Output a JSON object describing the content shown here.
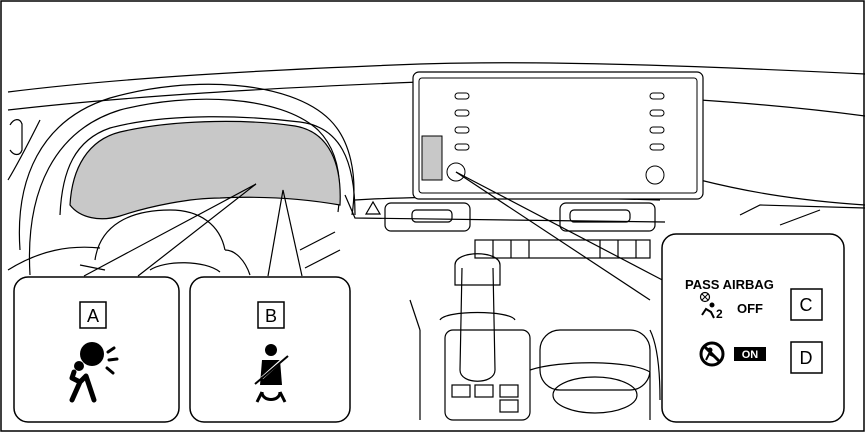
{
  "callouts": {
    "a": {
      "letter": "A",
      "icon": "airbag-warning-icon"
    },
    "b": {
      "letter": "B",
      "icon": "seatbelt-reminder-icon"
    },
    "c": {
      "letter": "C",
      "status_text": "OFF",
      "icon": "passenger-airbag-off-icon"
    },
    "d": {
      "letter": "D",
      "status_text": "ON",
      "icon": "passenger-airbag-on-icon"
    },
    "panel_title": "PASS AIRBAG"
  },
  "colors": {
    "line": "#000000",
    "display_fill": "#c8c8c8",
    "background": "#ffffff"
  }
}
